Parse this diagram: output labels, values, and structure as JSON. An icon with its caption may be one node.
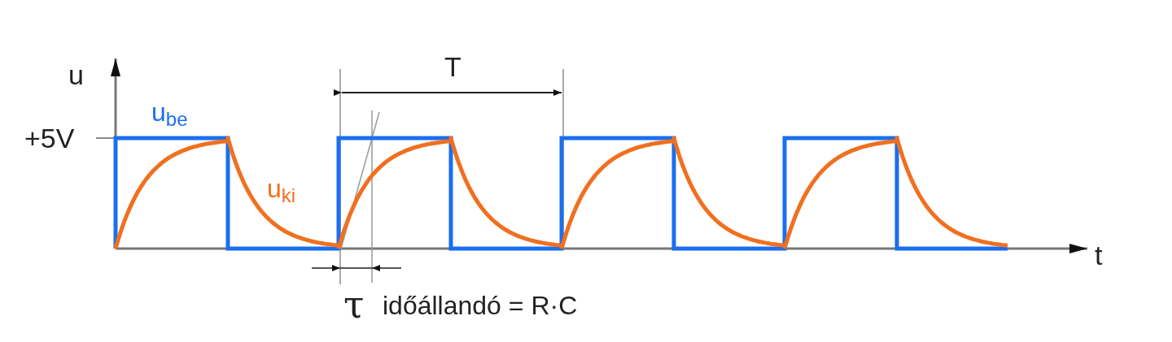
{
  "diagram": {
    "labels": [
      "u",
      "T",
      "u$_{be}$",
      "+5V",
      "u$_{ki}$",
      "t",
      "τ",
      "időállandó = R·C"
    ]
  }
}
